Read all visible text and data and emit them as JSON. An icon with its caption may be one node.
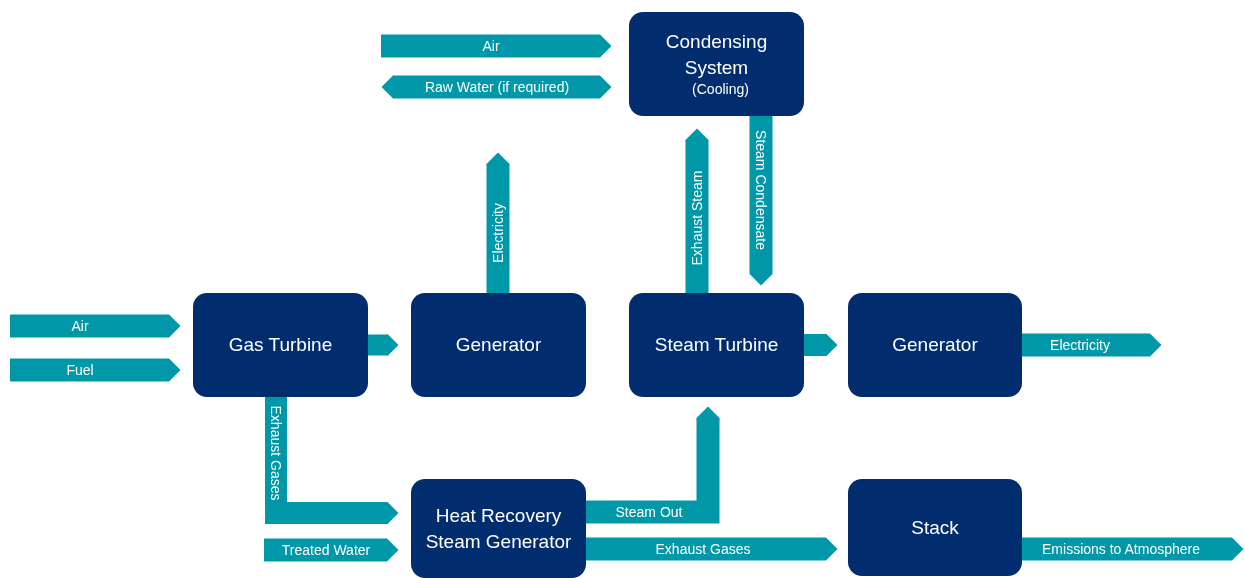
{
  "diagram": {
    "nodes": [
      {
        "text": [
          "Condensing System",
          "(Cooling)"
        ]
      },
      {
        "text": [
          "Gas Turbine"
        ]
      },
      {
        "text": [
          "Generator"
        ]
      },
      {
        "text": [
          "Steam Turbine"
        ]
      },
      {
        "text": [
          "Generator"
        ]
      },
      {
        "text": [
          "Heat Recovery Steam Generator"
        ]
      },
      {
        "text": [
          "Stack"
        ]
      }
    ],
    "edges": [
      {
        "from": null,
        "to": 0,
        "arrow": "to",
        "label": "Air"
      },
      {
        "from": null,
        "to": 0,
        "arrow": "both",
        "label": "Raw Water (if required)"
      },
      {
        "from": 2,
        "to": null,
        "arrow": "to",
        "label": "Electricity"
      },
      {
        "from": 3,
        "to": 0,
        "arrow": "to",
        "label": "Exhaust Steam"
      },
      {
        "from": 0,
        "to": 3,
        "arrow": "to",
        "label": "Steam Condensate"
      },
      {
        "from": null,
        "to": 1,
        "arrow": "to",
        "label": "Air"
      },
      {
        "from": null,
        "to": 1,
        "arrow": "to",
        "label": "Fuel"
      },
      {
        "from": 1,
        "to": 2,
        "arrow": "to"
      },
      {
        "from": 3,
        "to": 4,
        "arrow": "to"
      },
      {
        "from": 4,
        "to": null,
        "arrow": "to",
        "label": "Electricity"
      },
      {
        "from": 1,
        "to": 5,
        "arrow": "to",
        "label": "Exhaust Gases"
      },
      {
        "from": null,
        "to": 5,
        "arrow": "to",
        "label": "Treated Water"
      },
      {
        "from": 5,
        "to": 3,
        "arrow": "to",
        "label": "Steam Out"
      },
      {
        "from": 5,
        "to": 6,
        "arrow": "to",
        "label": "Exhaust Gases"
      },
      {
        "from": 6,
        "to": null,
        "arrow": "to",
        "label": "Emissions to Atmosphere"
      }
    ]
  }
}
